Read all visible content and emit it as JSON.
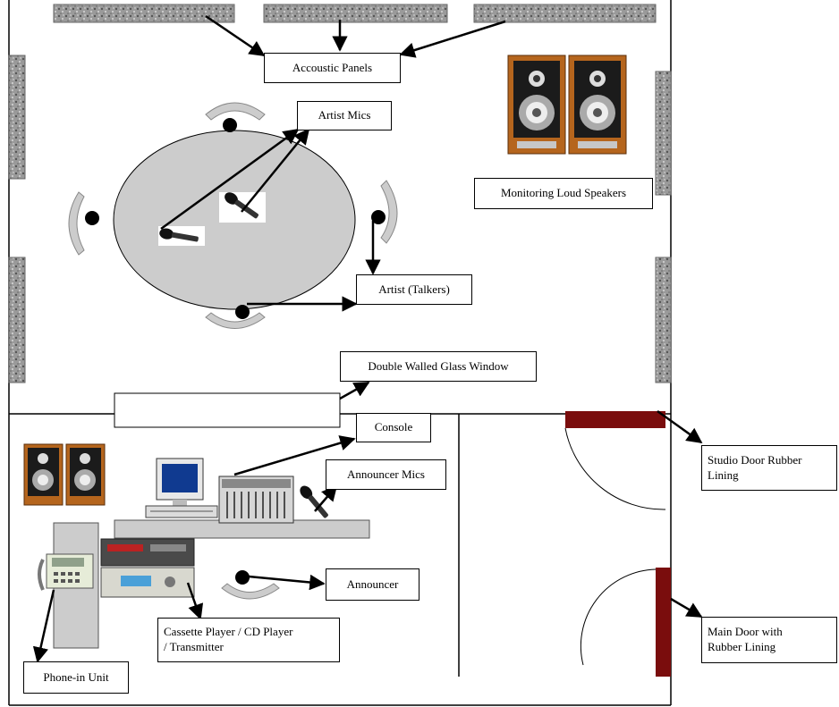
{
  "labels": {
    "acoustic_panels": "Accoustic Panels",
    "artist_mics": "Artist Mics",
    "monitoring_speakers": "Monitoring Loud Speakers",
    "artist_talkers": "Artist (Talkers)",
    "glass_window": "Double Walled Glass Window",
    "console": "Console",
    "announcer_mics": "Announcer Mics",
    "announcer": "Announcer",
    "cassette_player": "Cassette Player / CD Player\n/ Transmitter",
    "phone_in_unit": "Phone-in Unit",
    "studio_door": "Studio Door Rubber\nLining",
    "main_door": "Main Door with\nRubber Lining"
  },
  "colors": {
    "wall": "#000000",
    "table": "#cccccc",
    "door": "#7a0d0d",
    "panel": "#9a9a9a",
    "speaker_wood": "#b5651d"
  }
}
